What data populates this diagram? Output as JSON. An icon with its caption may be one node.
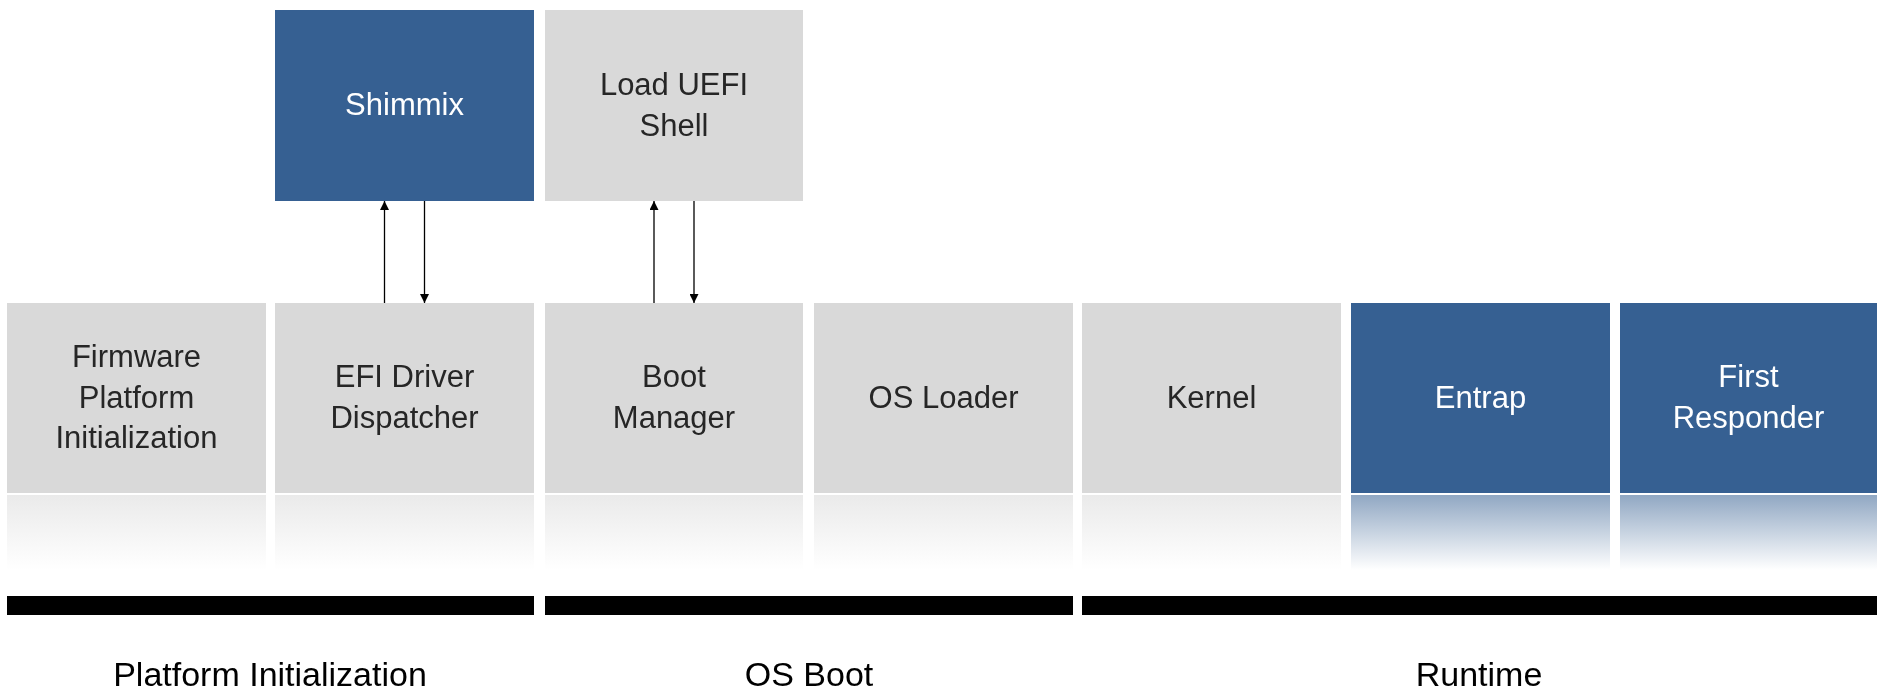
{
  "diagram": {
    "nodes": [
      {
        "text": [
          "Shimmix"
        ]
      },
      {
        "text": [
          "Load UEFI Shell"
        ]
      },
      {
        "text": [
          "Firmware Platform Initialization"
        ]
      },
      {
        "text": [
          "EFI Driver Dispatcher"
        ]
      },
      {
        "text": [
          "Boot Manager"
        ]
      },
      {
        "text": [
          "OS Loader"
        ]
      },
      {
        "text": [
          "Kernel"
        ]
      },
      {
        "text": [
          "Entrap"
        ]
      },
      {
        "text": [
          "First Responder"
        ]
      }
    ],
    "edges": [
      {
        "from": 3,
        "to": 0,
        "arrow": "to"
      },
      {
        "from": 0,
        "to": 3,
        "arrow": "to"
      },
      {
        "from": 4,
        "to": 1,
        "arrow": "to"
      },
      {
        "from": 1,
        "to": 4,
        "arrow": "to"
      }
    ],
    "labels": [
      "Platform Initialization",
      "OS Boot",
      "Runtime"
    ]
  }
}
